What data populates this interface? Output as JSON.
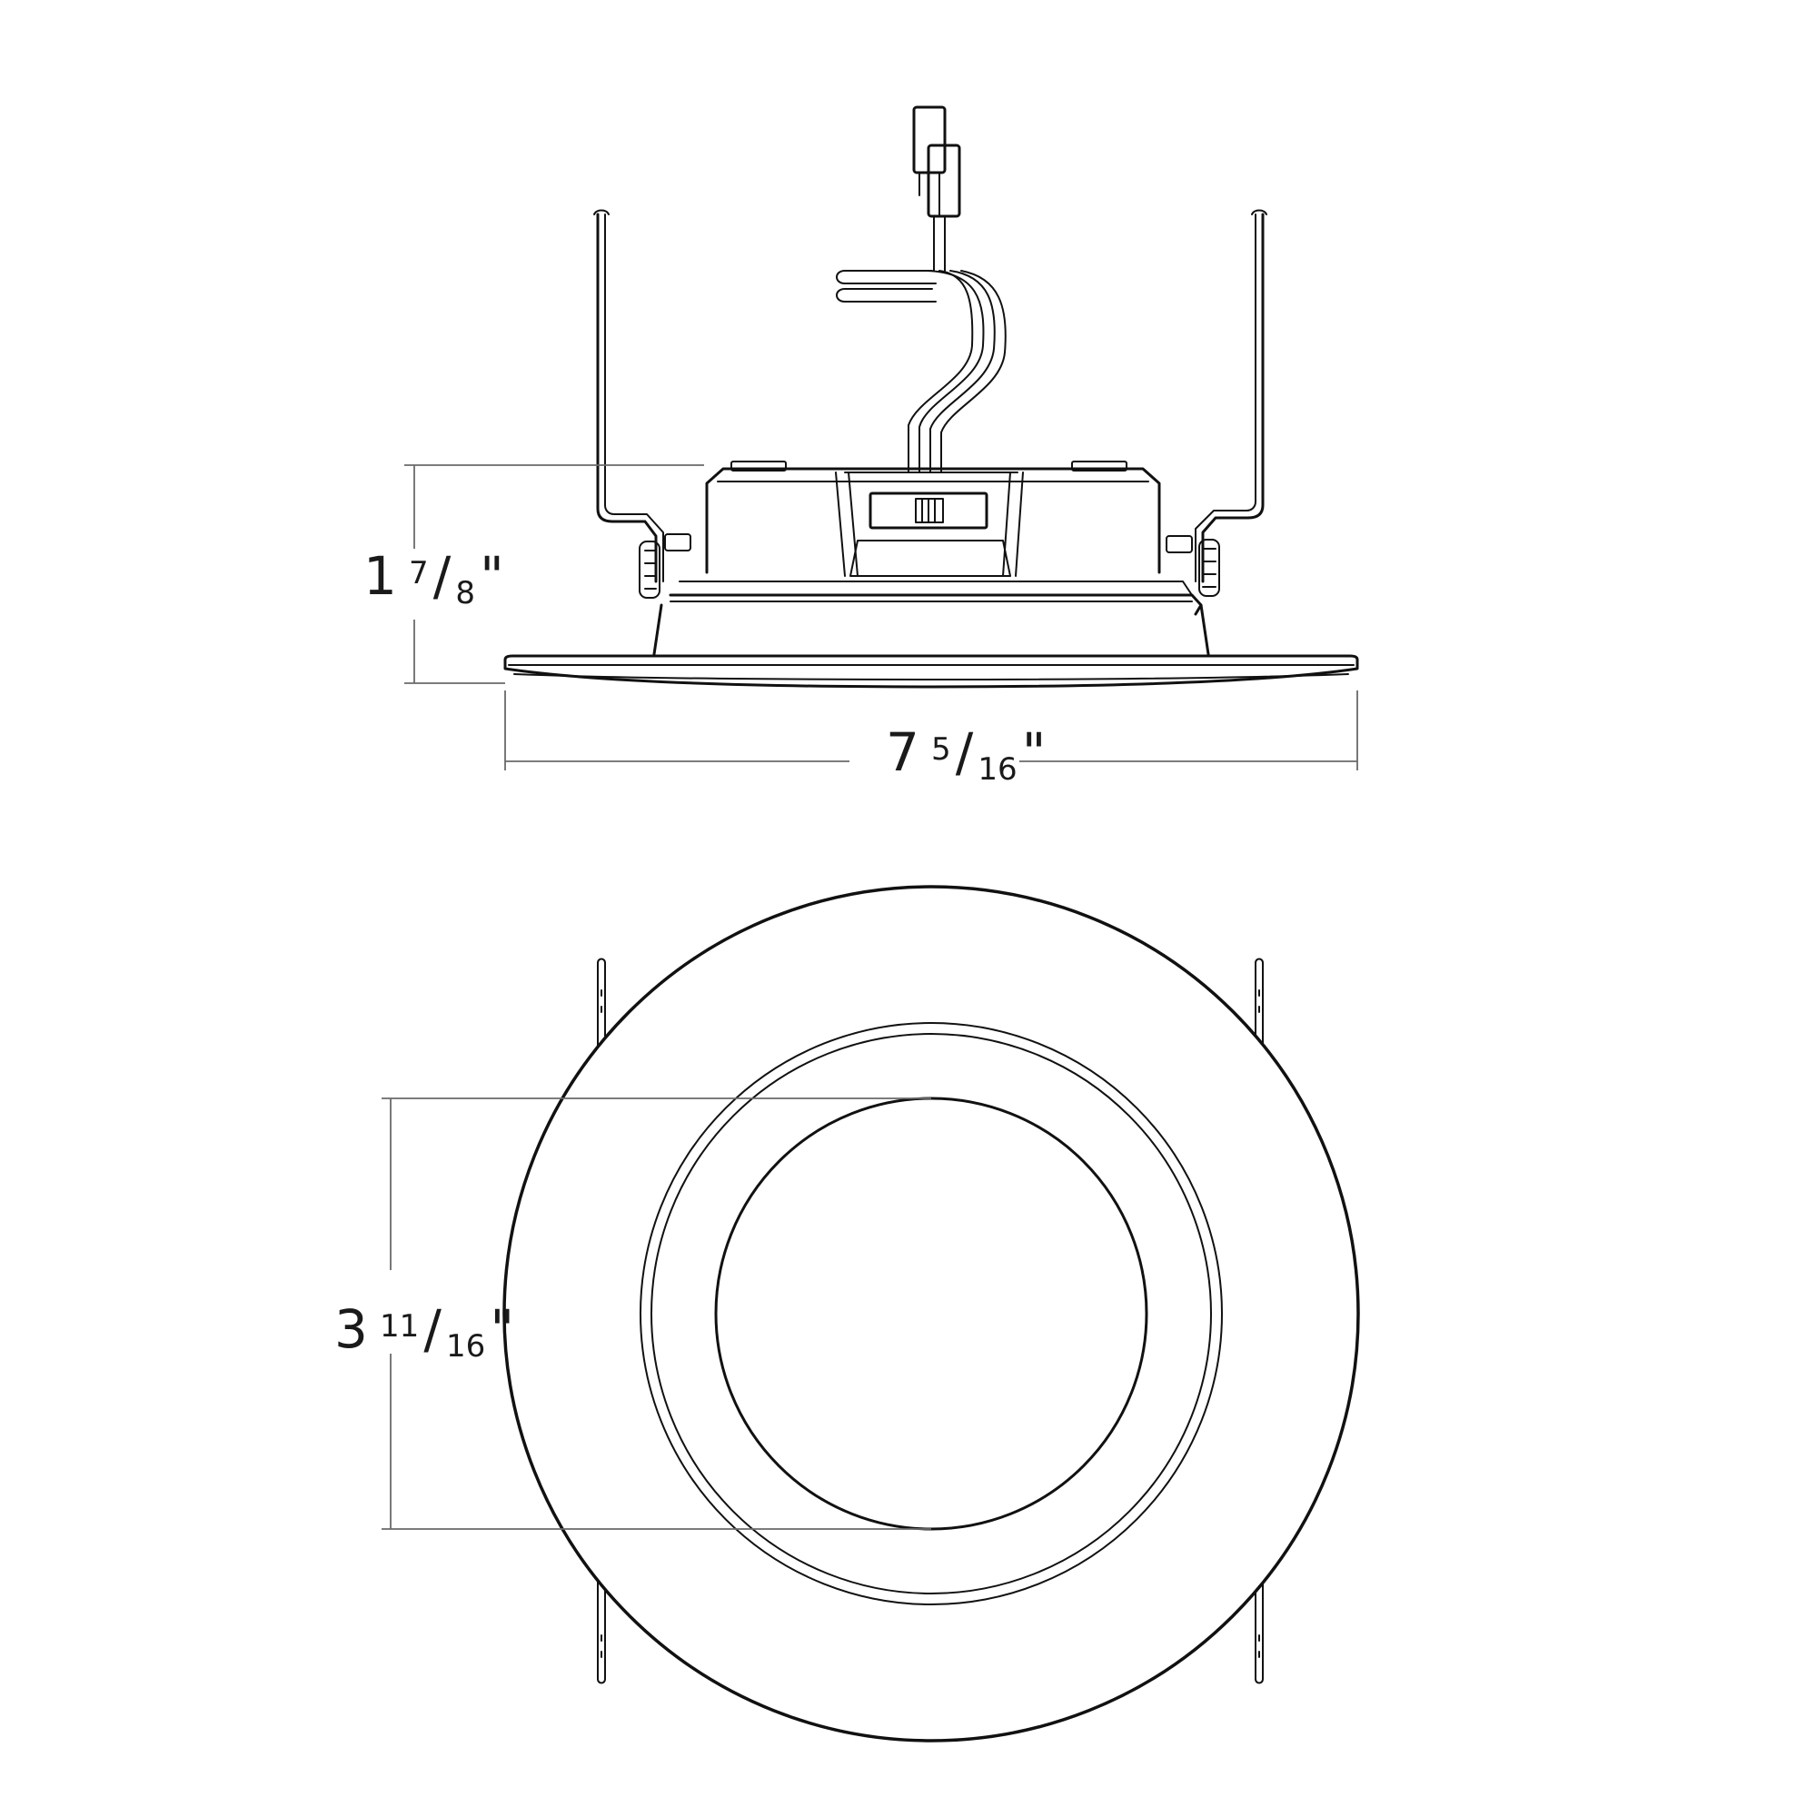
{
  "dimensions": {
    "height": {
      "whole": "1",
      "num": "7",
      "den": "8",
      "inch": "\""
    },
    "width": {
      "whole": "7",
      "num": "5",
      "den": "16",
      "inch": "\""
    },
    "aperture": {
      "whole": "3",
      "num": "11",
      "den": "16",
      "inch": "\""
    }
  },
  "colors": {
    "line": "#111111",
    "dimension_line": "#6a6a6a",
    "background": "#ffffff"
  }
}
